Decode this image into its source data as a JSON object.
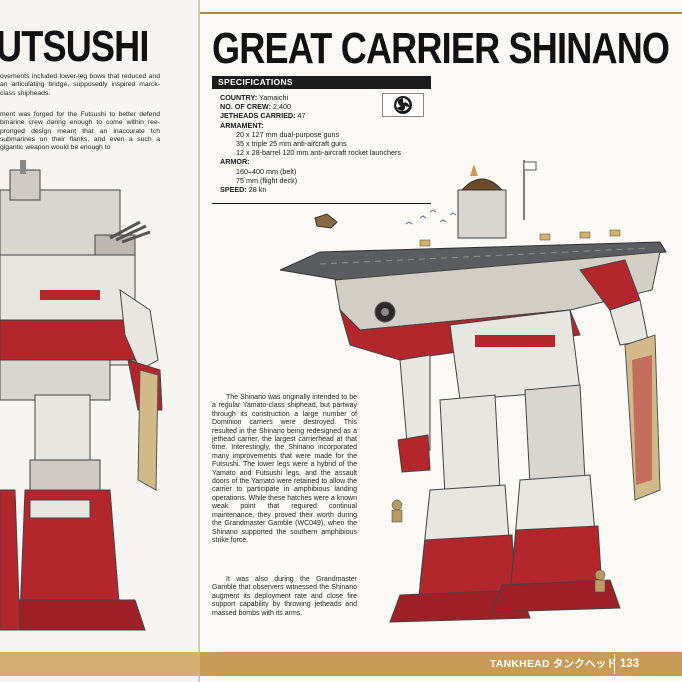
{
  "left_page": {
    "title": "UTSUSHI",
    "para1": "ovements included lower-leg bows that reduced and an articulating bridge, supposedly inspired marck-class shipheads.",
    "para2": "ment was forged for the Futsushi to better defend bmarine crew daring enough to come within ree-pronged design meant that an inaccurate tch submarines on their flanks, and even a such a gigantic weapon would be enough to"
  },
  "right_page": {
    "title": "GREAT CARRIER SHINANO",
    "specs_header": "SPECIFICATIONS",
    "specs": {
      "country_label": "COUNTRY:",
      "country": "Yamaichi",
      "crew_label": "NO. OF CREW:",
      "crew": "2,400",
      "jetheads_label": "JETHEADS CARRIED:",
      "jetheads": "47",
      "armament_label": "ARMAMENT:",
      "armament": [
        "20 x 127 mm dual-purpose guns",
        "35 x triple 25 mm anti-aircraft guns",
        "12 x 28-barrel 120 mm anti-aircraft rocket launchers"
      ],
      "armor_label": "ARMOR:",
      "armor": [
        "160–400 mm (belt)",
        "75 mm (flight deck)"
      ],
      "speed_label": "SPEED:",
      "speed": "28 kn"
    },
    "body1": "The Shinano was originally intended to be a regular Yamato-class shiphead, but partway through its construction a large number of Dominion carriers were destroyed. This resulted in the Shinano being redesigned as a jethead carrier, the largest carrierhead at that time. Interestingly, the Shinano incorporated many improvements that were made for the Futsushi. The lower legs were a hybrid of the Yamato and Futsushi legs, and the assault doors of the Yamato were retained to allow the carrier to participate in amphibious landing operations. While these hatches were a known weak point that required continual maintenance, they proved their worth during the Grandmaster Gamble (WC049), when the Shinano supported the southern amphibious strike force.",
    "body2": "It was also during the Grandmaster Gamble that observers witnessed the Shinano augment its deployment rate and close fire support capability by throwing jetheads and massed bombs with its arms."
  },
  "footer": {
    "label": "TANKHEAD タンクヘッド",
    "page_number": "133"
  },
  "colors": {
    "accent_gold": "#c79a55",
    "hull_red": "#b3262b",
    "armor_white": "#e8e6e1",
    "deck_gray": "#5a5c60"
  }
}
